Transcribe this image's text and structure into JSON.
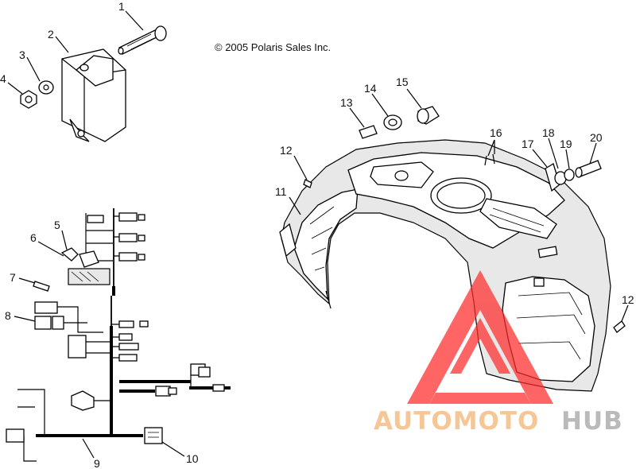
{
  "copyright": "© 2005 Polaris Sales Inc.",
  "callouts": [
    "1",
    "2",
    "3",
    "4",
    "5",
    "6",
    "7",
    "8",
    "9",
    "10",
    "11",
    "12",
    "12",
    "13",
    "14",
    "15",
    "16",
    "17",
    "18",
    "19",
    "20"
  ],
  "watermark": {
    "part1": "AUTOMOTO",
    "part2": "HUB",
    "color1": "#f6c08a",
    "color2": "#b3b3b3",
    "triangle_color": "#ff2b2b"
  }
}
